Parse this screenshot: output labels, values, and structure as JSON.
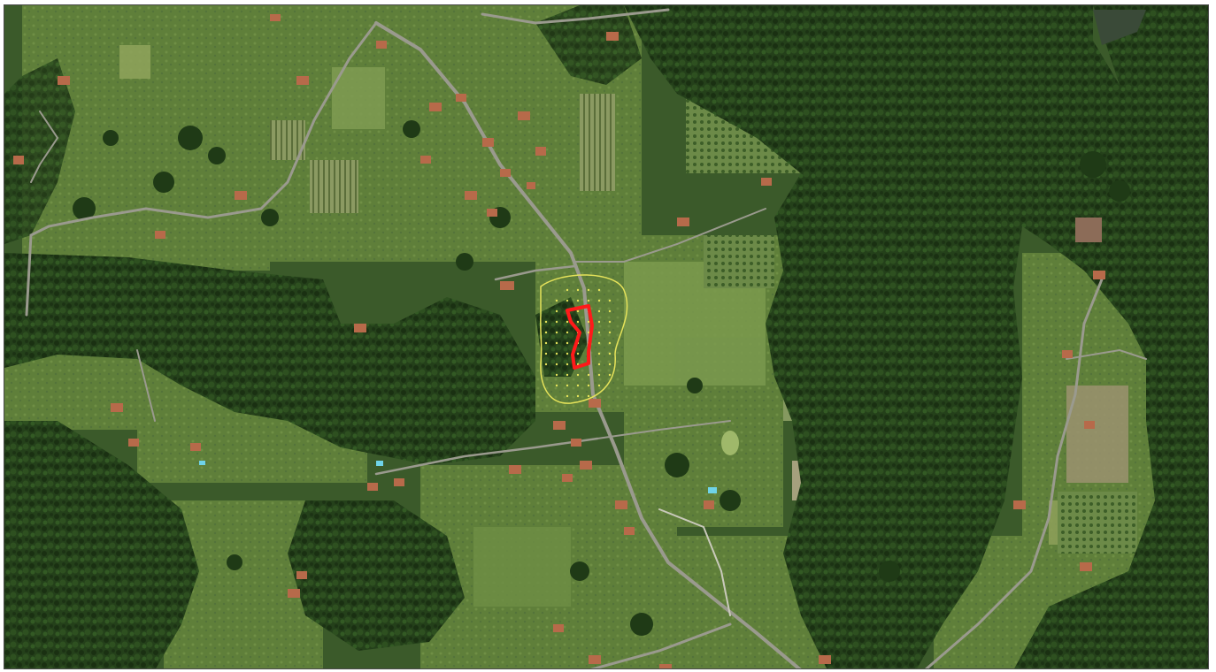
{
  "map": {
    "type": "satellite-imagery",
    "colors": {
      "forest_dark": "#1f3516",
      "forest_mid": "#2c4a1f",
      "field_light": "#6b8a43",
      "field_pale": "#8fa35c",
      "road": "#9a9a8e",
      "roof": "#b76a4a",
      "buffer_outline": "#e6e35a",
      "parcel_outline": "#ff1a1a"
    },
    "overlays": [
      {
        "name": "site-parcel",
        "shape": "polygon",
        "color": "#ff1a1a"
      },
      {
        "name": "buffer-zone",
        "shape": "rounded-outline",
        "color": "#e6e35a"
      },
      {
        "name": "sample-point-grid",
        "shape": "dots",
        "color": "#e6e35a"
      }
    ]
  }
}
